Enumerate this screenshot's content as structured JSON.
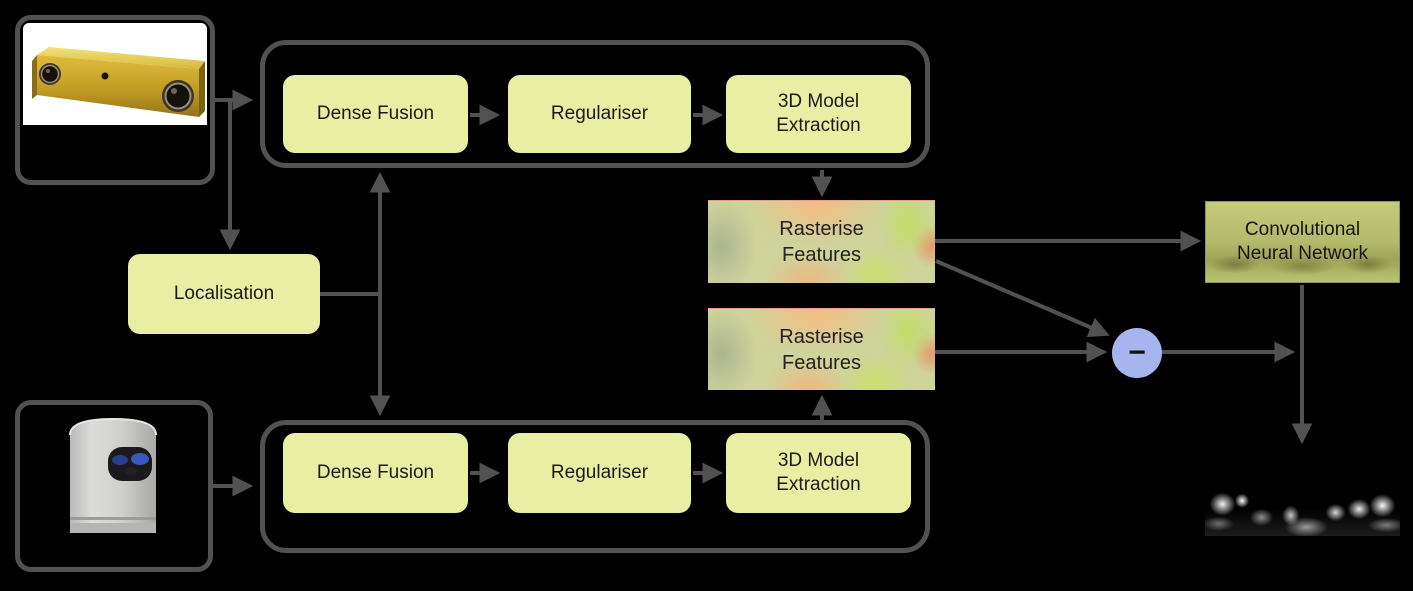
{
  "figure": {
    "type": "pipeline-diagram",
    "background_color": "#000000",
    "connector_color": "#515151",
    "process_box_fill": "#e9efa2"
  },
  "sensors": {
    "stereo_camera": {
      "icon": "stereo-camera-photo"
    },
    "laser_scanner": {
      "icon": "laser-scanner-photo"
    }
  },
  "top_pipeline": {
    "dense_fusion": "Dense Fusion",
    "regulariser": "Regulariser",
    "model_extraction": "3D Model Extraction"
  },
  "bottom_pipeline": {
    "dense_fusion": "Dense Fusion",
    "regulariser": "Regulariser",
    "model_extraction": "3D Model Extraction"
  },
  "localisation": {
    "label": "Localisation"
  },
  "rasterise": {
    "top_label": "Rasterise Features",
    "bottom_label": "Rasterise Features"
  },
  "cnn": {
    "label": "Convolutional Neural Network",
    "fill": "#b2b969"
  },
  "minus_node": {
    "label": "−",
    "fill": "#a7b5ef"
  },
  "output": {
    "icon": "difference-feature-map"
  }
}
